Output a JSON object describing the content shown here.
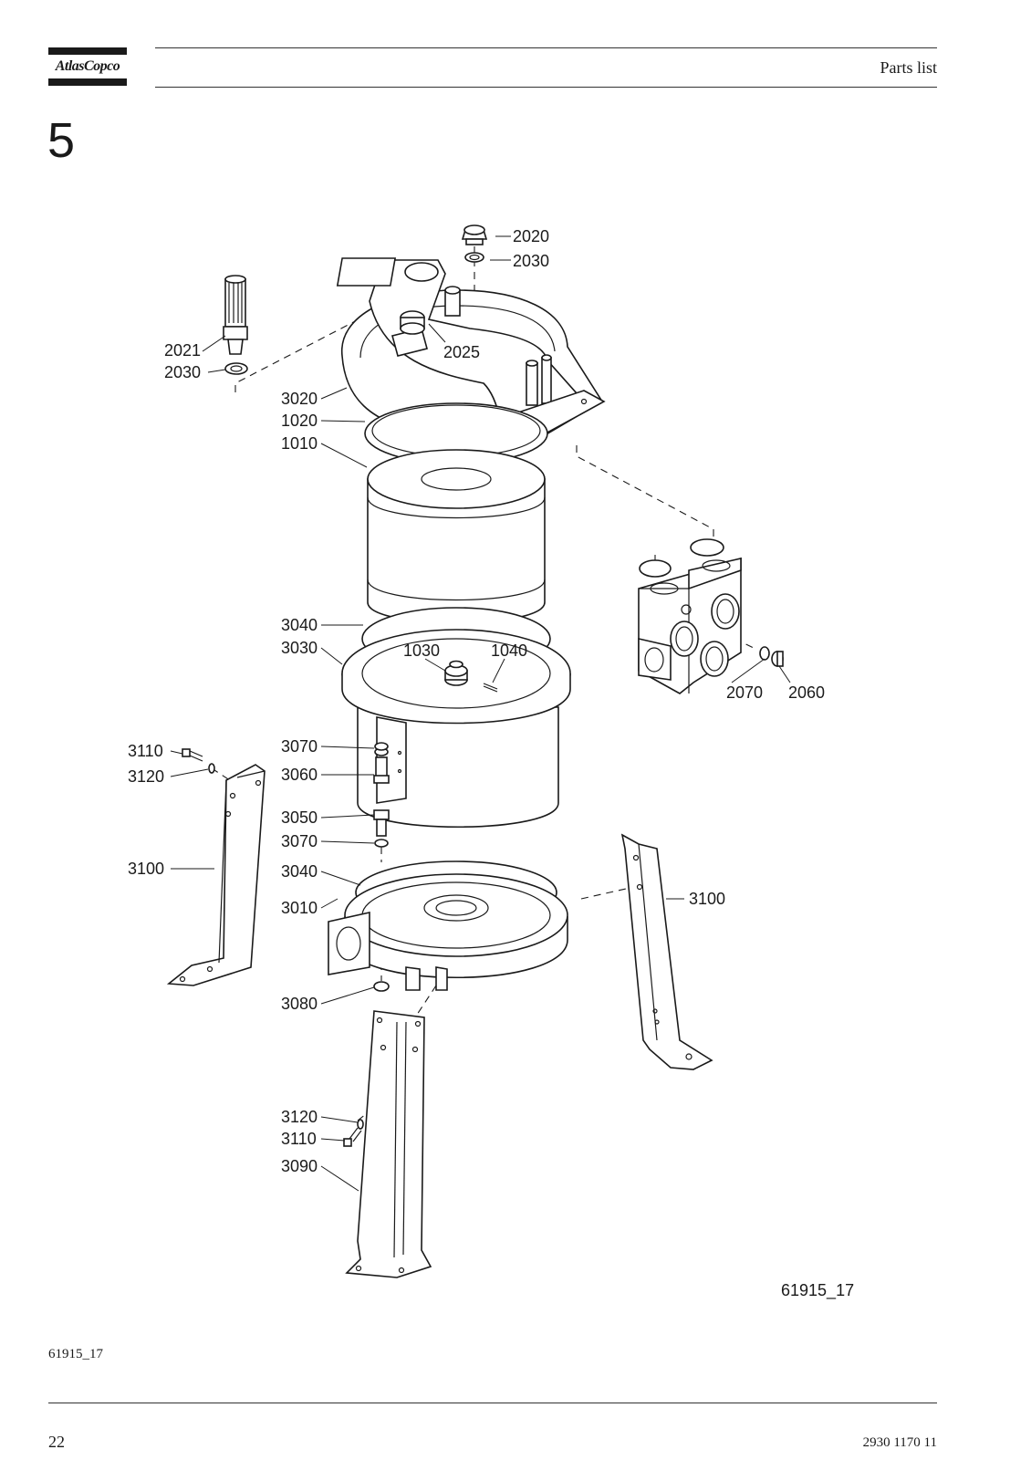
{
  "header": {
    "logo_text": "AtlasCopco",
    "section_title": "Parts list"
  },
  "section_number": "5",
  "figure": {
    "reference": "61915_17",
    "callouts": {
      "c2020": "2020",
      "c2030a": "2030",
      "c2021": "2021",
      "c2030b": "2030",
      "c2025": "2025",
      "c3020": "3020",
      "c1020": "1020",
      "c1010": "1010",
      "c3040a": "3040",
      "c3030": "3030",
      "c1030": "1030",
      "c1040": "1040",
      "c2070": "2070",
      "c2060": "2060",
      "c3110a": "3110",
      "c3120a": "3120",
      "c3070a": "3070",
      "c3060": "3060",
      "c3050": "3050",
      "c3070b": "3070",
      "c3100a": "3100",
      "c3040b": "3040",
      "c3010": "3010",
      "c3100b": "3100",
      "c3080": "3080",
      "c3120b": "3120",
      "c3110b": "3110",
      "c3090": "3090"
    }
  },
  "footer": {
    "figure_ref": "61915_17",
    "page_number": "22",
    "document_number": "2930 1170 11"
  }
}
